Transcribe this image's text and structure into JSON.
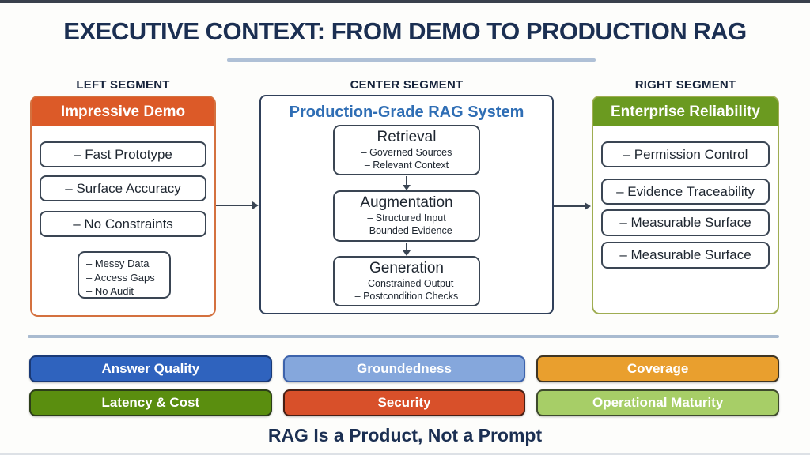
{
  "page": {
    "title": "EXECUTIVE CONTEXT: FROM DEMO TO PRODUCTION RAG",
    "caption": "RAG Is a Product, Not a Prompt"
  },
  "segments": {
    "left": {
      "label": "LEFT SEGMENT",
      "header": "Impressive Demo",
      "header_color": "#DC5A28",
      "border_color": "#D4713F",
      "items": [
        "– Fast Prototype",
        "– Surface Accuracy",
        "– No Constraints"
      ],
      "note_lines": [
        "– Messy Data",
        "– Access Gaps",
        "– No Audit"
      ]
    },
    "center": {
      "label": "CENTER SEGMENT",
      "title": "Production-Grade RAG System",
      "title_color": "#2F6EB5",
      "border_color": "#30405A",
      "stages": [
        {
          "name": "Retrieval",
          "lines": [
            "– Governed Sources",
            "– Relevant Context"
          ]
        },
        {
          "name": "Augmentation",
          "lines": [
            "– Structured Input",
            "– Bounded Evidence"
          ]
        },
        {
          "name": "Generation",
          "lines": [
            "– Constrained Output",
            "– Postcondition Checks"
          ]
        }
      ]
    },
    "right": {
      "label": "RIGHT SEGMENT",
      "header": "Enterprise Reliability",
      "header_color": "#6B9A20",
      "border_color": "#9FAD52",
      "items": [
        "– Permission Control",
        "– Evidence Traceability",
        "– Measurable Surface",
        "– Measurable Surface"
      ]
    }
  },
  "badges": [
    {
      "label": "Answer Quality",
      "bg": "#2F63BE",
      "border": "#1A3A77"
    },
    {
      "label": "Groundedness",
      "bg": "#85A7DC",
      "border": "#3D63AC"
    },
    {
      "label": "Coverage",
      "bg": "#E99F2E",
      "border": "#3F3523"
    },
    {
      "label": "Latency & Cost",
      "bg": "#5A8E0F",
      "border": "#2C3E19"
    },
    {
      "label": "Security",
      "bg": "#D8502A",
      "border": "#471F14"
    },
    {
      "label": "Operational Maturity",
      "bg": "#A7CE67",
      "border": "#3E4A2C"
    }
  ],
  "colors": {
    "title_text": "#1B2F52",
    "divider": "#AFC0D6",
    "box_border": "#3A4553",
    "arrow": "#3A4553",
    "background": "#FDFDFB"
  }
}
